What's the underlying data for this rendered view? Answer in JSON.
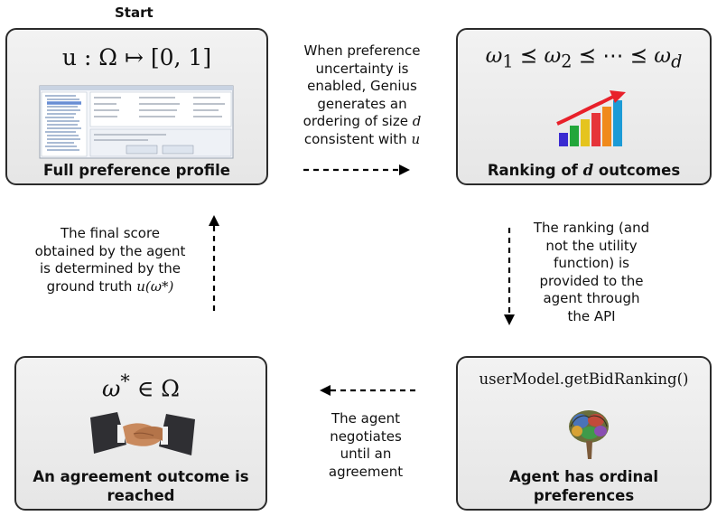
{
  "start_label": "Start",
  "boxes": {
    "top_left": {
      "formula": "u : Ω ↦ [0, 1]",
      "caption": "Full preference profile"
    },
    "top_right": {
      "formula": "ω₁ ⪯ ω₂ ⪯ ⋯ ⪯ ω_d",
      "caption_pre": "Ranking of ",
      "caption_var": "d",
      "caption_post": " outcomes"
    },
    "bottom_left": {
      "formula": "ω* ∈ Ω",
      "caption": "An agreement outcome is reached"
    },
    "bottom_right": {
      "code": "userModel.getBidRanking()",
      "caption": "Agent has ordinal preferences"
    }
  },
  "notes": {
    "top": {
      "lines": [
        "When preference",
        "uncertainty is",
        "enabled, Genius",
        "generates an"
      ],
      "line5_pre": "ordering of size ",
      "line5_var": "d",
      "line6_pre": "consistent with ",
      "line6_var": "u"
    },
    "right": {
      "lines": [
        "The ranking (and",
        "not the utility",
        "function) is",
        "provided to the",
        "agent through",
        "the API"
      ]
    },
    "bottom": {
      "lines": [
        "The agent",
        "negotiates",
        "until an",
        "agreement"
      ]
    },
    "left": {
      "lines": [
        "The final score",
        "obtained by the agent",
        "is determined by the"
      ],
      "line4_pre": "ground truth ",
      "line4_math": "u(ω*)"
    }
  },
  "colors": {
    "box_border": "#2b2b2b",
    "box_fill": "#ececec",
    "trend_arrow": "#e8202a"
  },
  "icons": [
    "screenshot-thumbnail-icon",
    "bar-chart-icon",
    "handshake-icon",
    "brain-icon"
  ]
}
